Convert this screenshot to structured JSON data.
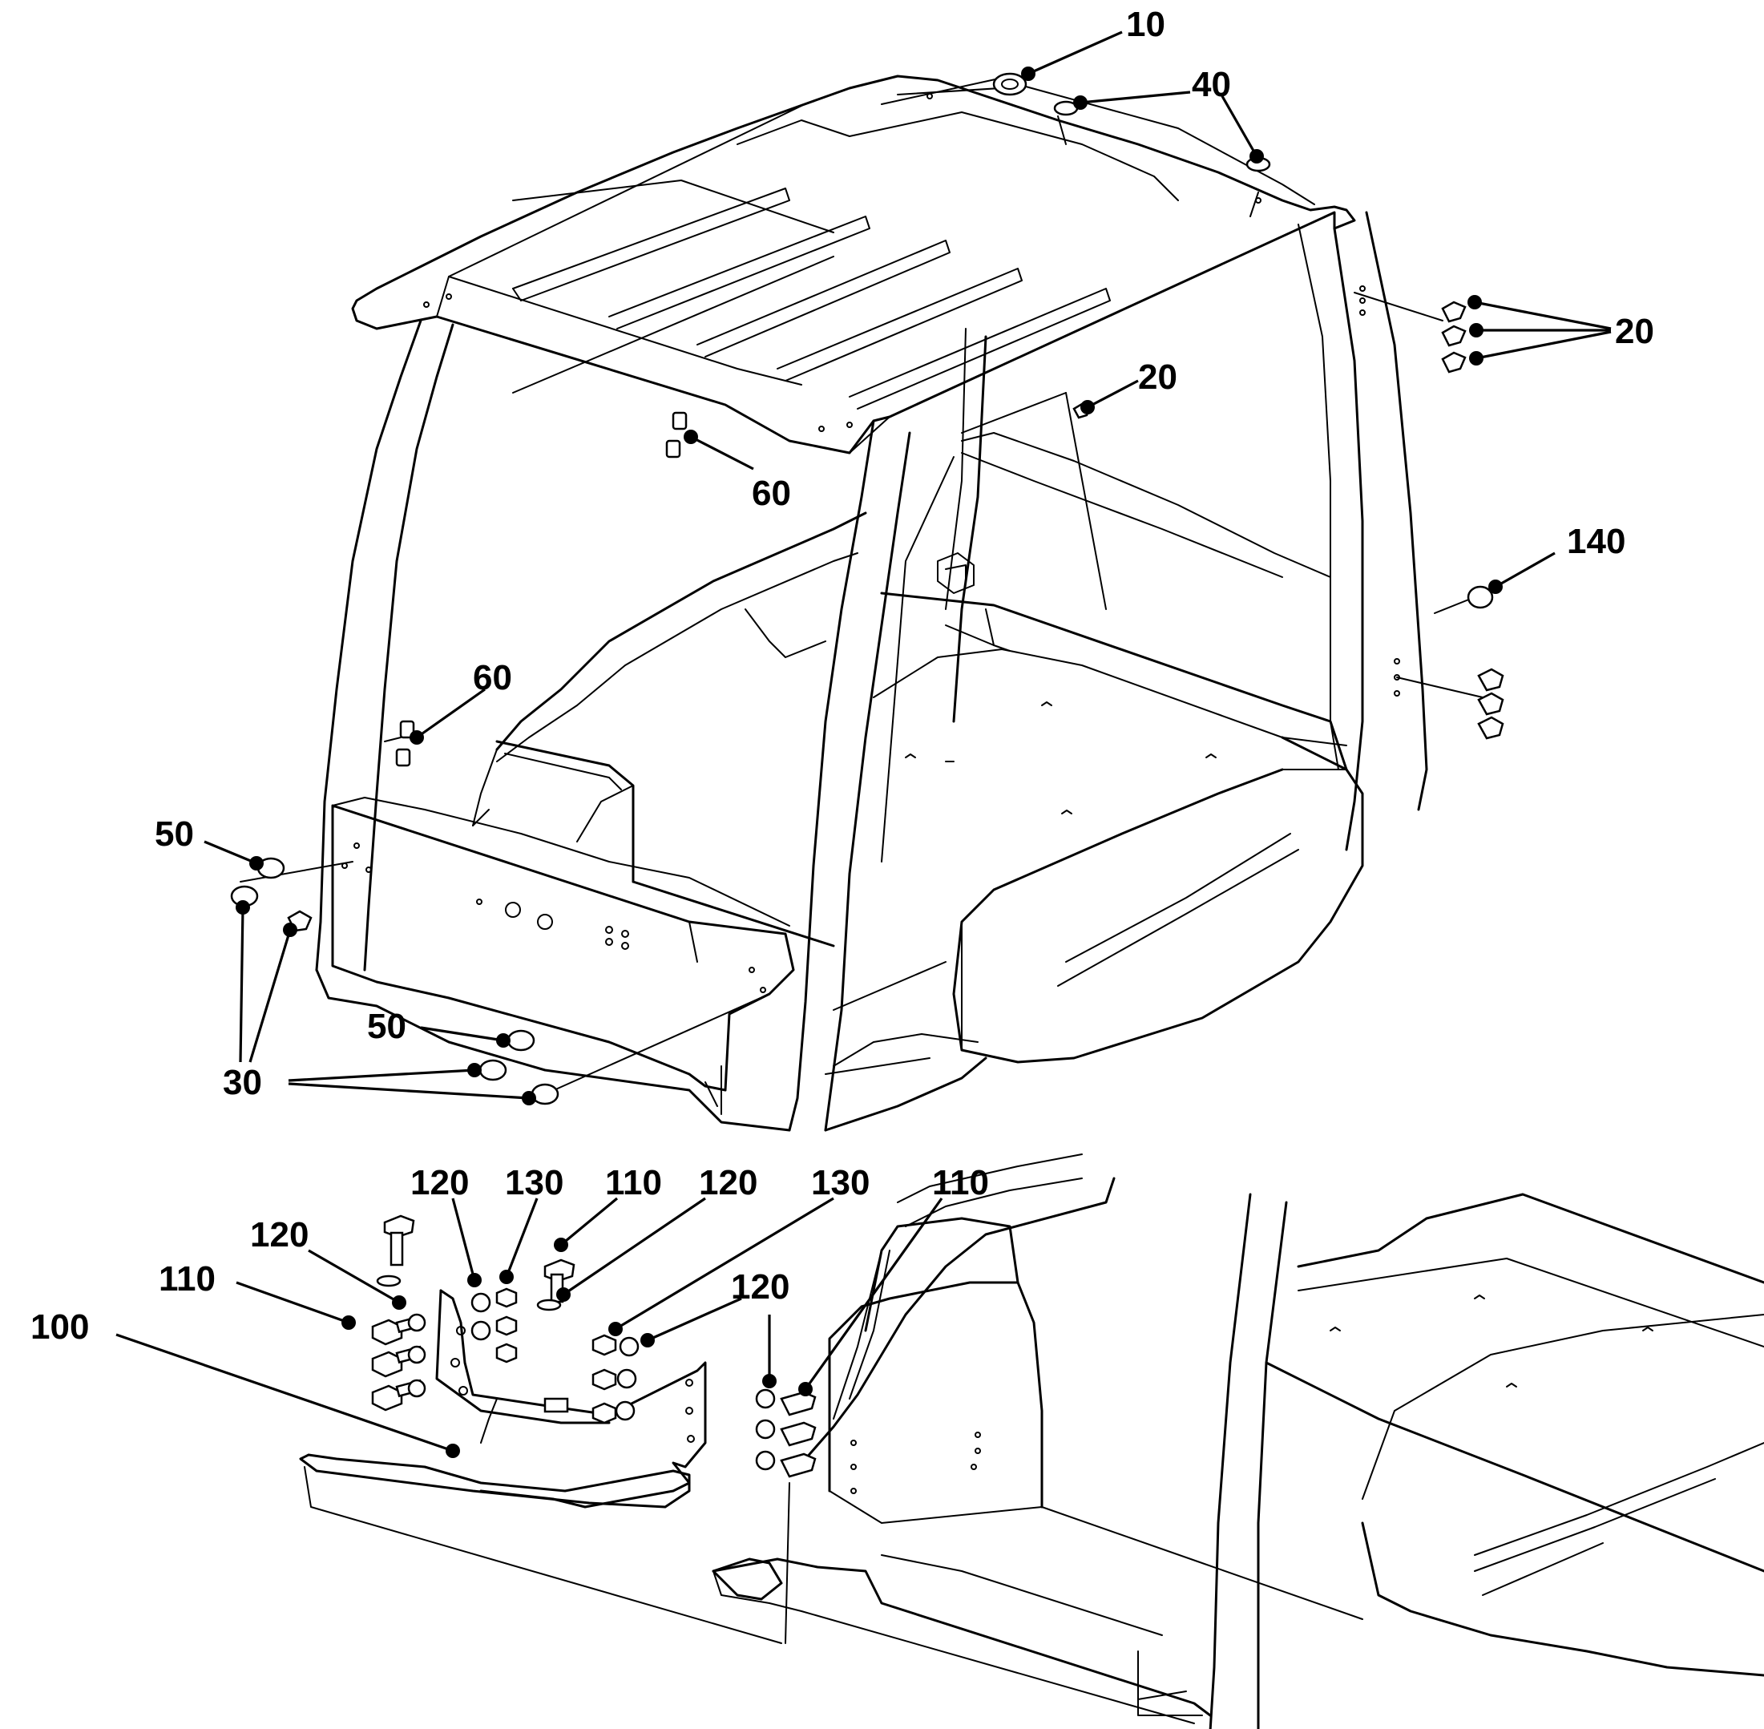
{
  "callouts": [
    {
      "id": "c10",
      "label": "10"
    },
    {
      "id": "c40",
      "label": "40"
    },
    {
      "id": "c20a",
      "label": "20"
    },
    {
      "id": "c20b",
      "label": "20"
    },
    {
      "id": "c60a",
      "label": "60"
    },
    {
      "id": "c140",
      "label": "140"
    },
    {
      "id": "c60b",
      "label": "60"
    },
    {
      "id": "c50a",
      "label": "50"
    },
    {
      "id": "c50b",
      "label": "50"
    },
    {
      "id": "c30",
      "label": "30"
    },
    {
      "id": "c120a",
      "label": "120"
    },
    {
      "id": "c130a",
      "label": "130"
    },
    {
      "id": "c110a",
      "label": "110"
    },
    {
      "id": "c120b",
      "label": "120"
    },
    {
      "id": "c130b",
      "label": "130"
    },
    {
      "id": "c110b",
      "label": "110"
    },
    {
      "id": "c120c",
      "label": "120"
    },
    {
      "id": "c110c",
      "label": "110"
    },
    {
      "id": "c120d",
      "label": "120"
    },
    {
      "id": "c100",
      "label": "100"
    }
  ]
}
